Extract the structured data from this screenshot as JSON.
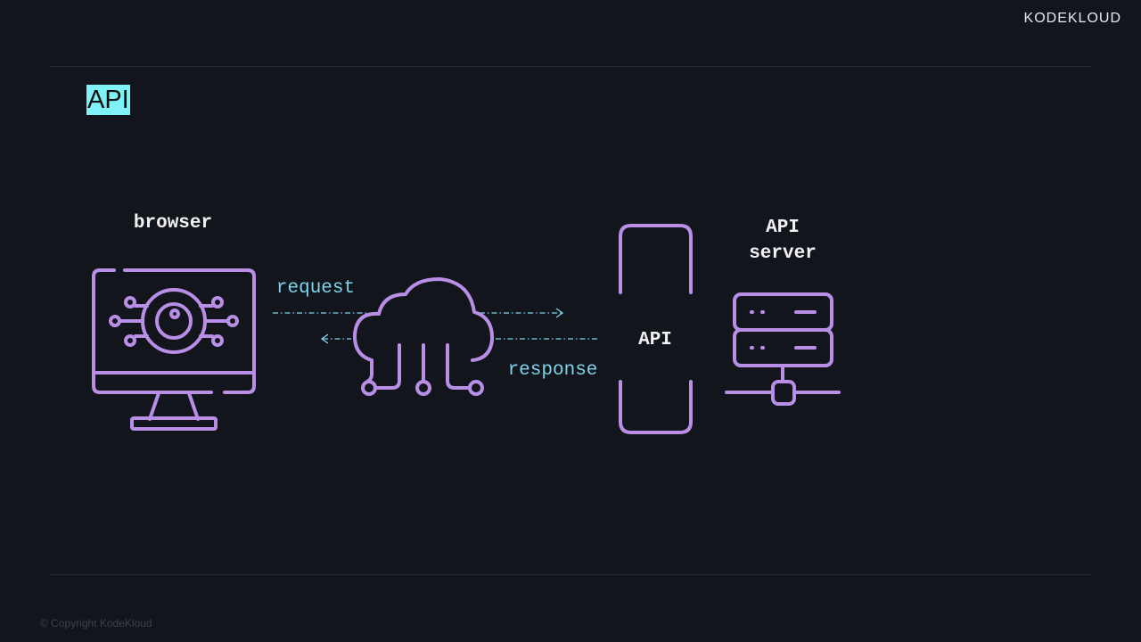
{
  "brand": {
    "logo_text": "KODEKLOUD"
  },
  "slide": {
    "title": "API"
  },
  "diagram": {
    "browser_label": "browser",
    "server_label_line1": "API",
    "server_label_line2": "server",
    "request_label": "request",
    "response_label": "response",
    "gateway_label": "API"
  },
  "footer": {
    "copyright": "© Copyright KodeKloud"
  },
  "colors": {
    "background": "#12161c",
    "icon_purple": "#b98ee6",
    "accent_cyan": "#7ed3ec",
    "title_highlight": "#7ef2f7"
  }
}
